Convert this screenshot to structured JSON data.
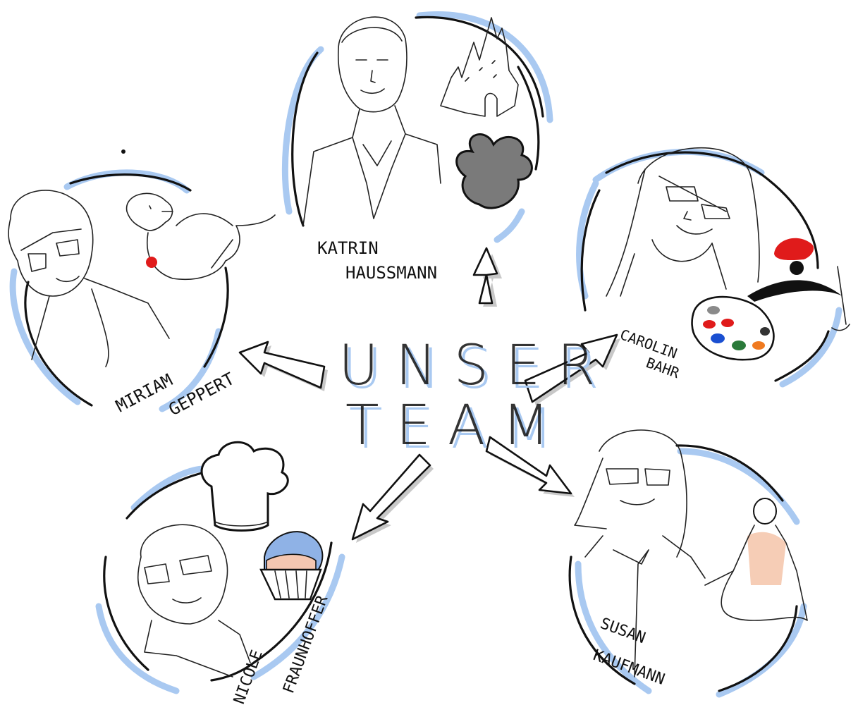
{
  "title": {
    "line1": "UNSER",
    "line2": "TEAM"
  },
  "members": [
    {
      "id": "katrin",
      "line1": "KATRIN",
      "line2": "HAUSSMANN",
      "hobby": "castle-icon"
    },
    {
      "id": "carolin",
      "line1": "CAROLIN",
      "line2": "BAHR",
      "hobby": "palette-icon"
    },
    {
      "id": "miriam",
      "line1": "MIRIAM",
      "line2": "GEPPERT",
      "hobby": "dog-icon"
    },
    {
      "id": "nicole",
      "line1": "NICOLE",
      "line2": "FRAUNHOFFER",
      "hobby": "chef-hat-icon"
    },
    {
      "id": "susan",
      "line1": "SUSAN",
      "line2": "KAUFMANN",
      "hobby": "yoga-icon"
    }
  ],
  "colors": {
    "accent_blue": "#a9c9f1",
    "ink": "#111111",
    "shadow_gray": "#c4c4c4",
    "mouse_gray": "#7a7a7a",
    "beret_red": "#e01b1b",
    "cupcake_blue": "#8fb2e6",
    "cupcake_peach": "#f5c7b1",
    "yoga_peach": "#f6cdb6"
  }
}
